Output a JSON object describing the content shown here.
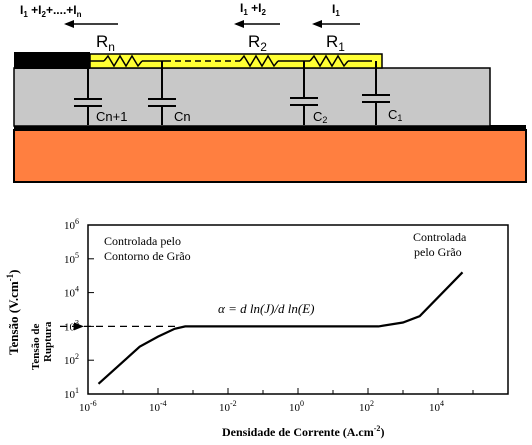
{
  "circuit": {
    "current_total": "I",
    "current_total_sub": "1",
    "current_total_mid1": " +I",
    "current_total_sub2": "2",
    "current_total_mid2": "+....+I",
    "current_total_subn": "n",
    "current_12_a": "I",
    "current_12_sub1": "1",
    "current_12_mid": " +I",
    "current_12_sub2": "2",
    "current_1": "I",
    "current_1_sub": "1",
    "resistor_n": "R",
    "resistor_n_sub": "n",
    "resistor_2": "R",
    "resistor_2_sub": "2",
    "resistor_1": "R",
    "resistor_1_sub": "1",
    "cap_n1": "Cn+1",
    "cap_n": "Cn",
    "cap_2": "C",
    "cap_2_sub": "2",
    "cap_1": "C",
    "cap_1_sub": "1",
    "colors": {
      "grain_boundary": "#ffff33",
      "bulk": "#c8c8c8",
      "substrate": "#ff7f40",
      "contact": "#000000"
    }
  },
  "graph": {
    "ylabel_main": "Tensão (V.cm",
    "ylabel_sup": "-1",
    "ylabel_end": ")",
    "ylabel_inner1": "Tensão de",
    "ylabel_inner2": "Ruptura",
    "xlabel_main": "Densidade de Corrente (A.cm",
    "xlabel_sup": "-2",
    "xlabel_end": ")",
    "region_left_1": "Controlada pelo",
    "region_left_2": "Contorno de Grão",
    "region_right_1": "Controlada",
    "region_right_2": "pelo Grão",
    "alpha_eq": "α = d ln(J)/d ln(E)",
    "x_ticks": [
      {
        "base": "10",
        "exp": "-6"
      },
      {
        "base": "10",
        "exp": "-4"
      },
      {
        "base": "10",
        "exp": "-2"
      },
      {
        "base": "10",
        "exp": "0"
      },
      {
        "base": "10",
        "exp": "2"
      },
      {
        "base": "10",
        "exp": "4"
      }
    ],
    "y_ticks": [
      {
        "base": "10",
        "exp": "1"
      },
      {
        "base": "10",
        "exp": "2"
      },
      {
        "base": "10",
        "exp": "3"
      },
      {
        "base": "10",
        "exp": "4"
      },
      {
        "base": "10",
        "exp": "5"
      },
      {
        "base": "10",
        "exp": "6"
      }
    ]
  },
  "chart_data": {
    "type": "line",
    "x_scale": "log",
    "y_scale": "log",
    "xlim": [
      1e-06,
      1000000.0
    ],
    "ylim": [
      10,
      1000000
    ],
    "series": [
      {
        "x": [
          2e-06,
          3e-05,
          0.0001,
          0.0003,
          0.0006,
          0.01,
          1,
          50,
          200,
          1000,
          3000,
          50000
        ],
        "y": [
          20,
          250,
          500,
          850,
          1000,
          1000,
          1000,
          1000,
          1000,
          1300,
          2000,
          40000
        ]
      }
    ],
    "reference_line": {
      "y": 1000,
      "style": "dashed"
    }
  }
}
